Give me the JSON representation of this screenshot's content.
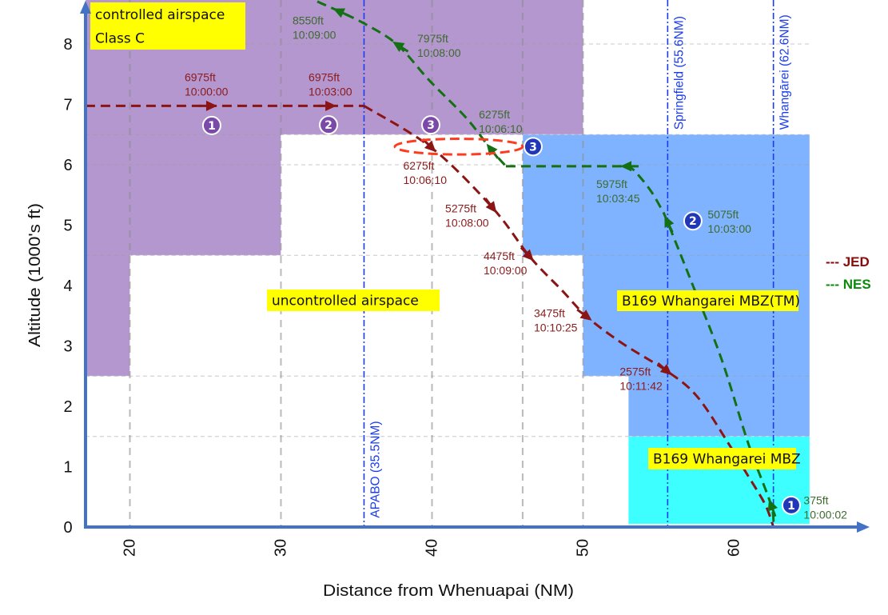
{
  "chart_data": {
    "type": "line",
    "title": "",
    "xlabel": "Distance from Whenuapai (NM)",
    "ylabel": "Altitude (1000's ft)",
    "xlim": [
      17.06,
      68.9
    ],
    "ylim": [
      0,
      8.73
    ],
    "xticks": [
      20,
      30,
      40,
      50,
      60
    ],
    "yticks": [
      0,
      1,
      2,
      3,
      4,
      5,
      6,
      7,
      8
    ],
    "axis_color": "#4472c4",
    "grid": {
      "x": [
        20,
        30,
        40,
        46,
        50
      ],
      "y": [
        1.5,
        2.5,
        4.5,
        6,
        6.5,
        8
      ],
      "y_lines_end_x": 65.0
    },
    "legend": {
      "position": "right",
      "entries": [
        {
          "series": "JED",
          "label": "--- JED",
          "color": "#8b0b0b"
        },
        {
          "series": "NES",
          "label": "--- NES",
          "color": "#0a8a0a"
        }
      ]
    },
    "airspaces": [
      {
        "id": "controlled-airspace-class-c",
        "label_lines": [
          "controlled airspace",
          "Class C"
        ],
        "fill": "#b497cf",
        "polygon": [
          [
            17.06,
            8.9
          ],
          [
            50,
            8.9
          ],
          [
            50,
            6.5
          ],
          [
            30,
            6.5
          ],
          [
            30,
            4.5
          ],
          [
            20,
            4.5
          ],
          [
            20,
            2.5
          ],
          [
            17.06,
            2.5
          ]
        ],
        "label_box": [
          113,
          3,
          194,
          59
        ]
      },
      {
        "id": "uncontrolled-airspace",
        "label_lines": [
          "uncontrolled airspace"
        ],
        "fill": null,
        "polygon": [],
        "label_box": [
          334,
          362,
          216,
          27
        ]
      },
      {
        "id": "b169-whangarei-mbz-tm",
        "label_lines": [
          "B169 Whangarei MBZ(TM)"
        ],
        "fill": "#80b3ff",
        "polygon": [
          [
            46,
            6.5
          ],
          [
            65,
            6.5
          ],
          [
            65,
            1.5
          ],
          [
            53,
            1.5
          ],
          [
            53,
            2.5
          ],
          [
            50,
            2.5
          ],
          [
            50,
            4.5
          ],
          [
            46,
            4.5
          ]
        ],
        "label_box": [
          772,
          363,
          227,
          26
        ]
      },
      {
        "id": "b169-whangarei-mbz",
        "label_lines": [
          "B169 Whangarei MBZ"
        ],
        "fill": "#3dffff",
        "polygon": [
          [
            53,
            1.5
          ],
          [
            65,
            1.5
          ],
          [
            65,
            0.05
          ],
          [
            53,
            0.05
          ]
        ],
        "label_box": [
          811,
          560,
          185,
          27
        ]
      }
    ],
    "reference_lines": [
      {
        "id": "apabo",
        "x": 35.5,
        "label": "APABO (35.5NM)",
        "label_alt": 0.15,
        "color": "#1a3cf0"
      },
      {
        "id": "springfield",
        "x": 55.6,
        "label": "Springfield (55.6NM)",
        "label_alt": 6.58,
        "color": "#1a3cf0"
      },
      {
        "id": "whangarei",
        "x": 62.6,
        "label": "Whangārei (62.6NM)",
        "label_alt": 6.58,
        "color": "#1a3cf0"
      }
    ],
    "series": [
      {
        "id": "jed",
        "name": "JED",
        "color": "#8b1414",
        "label_color": "#8b1a1a",
        "marker_color": "#7b4aa8",
        "heading": "right",
        "segments": [
          [
            [
              17.06,
              6.975
            ],
            [
              35.5,
              6.975
            ]
          ],
          [
            [
              35.5,
              6.975
            ],
            [
              40.0,
              6.275
            ],
            [
              44.05,
              5.275
            ],
            [
              46.48,
              4.475
            ],
            [
              48.6,
              3.92
            ],
            [
              50.29,
              3.475
            ],
            [
              52.67,
              3.03
            ],
            [
              55.6,
              2.575
            ],
            [
              57.59,
              2.15
            ],
            [
              59.71,
              1.35
            ],
            [
              60.77,
              0.91
            ],
            [
              62.04,
              0.38
            ],
            [
              62.6,
              0.0
            ]
          ]
        ],
        "waypoints": [
          {
            "x": 25.42,
            "alt": 6.975,
            "altitude": "6975ft",
            "time": "10:00:00",
            "label_offset": [
              -34,
              -31
            ]
          },
          {
            "x": 33.31,
            "alt": 6.975,
            "altitude": "6975ft",
            "time": "10:03:00",
            "label_offset": [
              -28,
              -31
            ]
          },
          {
            "x": 40.0,
            "alt": 6.275,
            "altitude": "6275ft",
            "time": "10:06:10",
            "label_offset": [
              -36,
              27
            ]
          },
          {
            "x": 44.05,
            "alt": 5.275,
            "altitude": "5275ft",
            "time": "10:08:00",
            "label_offset": [
              -60,
              5
            ]
          },
          {
            "x": 46.48,
            "alt": 4.475,
            "altitude": "4475ft",
            "time": "10:09:00",
            "label_offset": [
              -58,
              4
            ]
          },
          {
            "x": 50.29,
            "alt": 3.475,
            "altitude": "3475ft",
            "time": "10:10:25",
            "label_offset": [
              -67,
              0
            ]
          },
          {
            "x": 55.6,
            "alt": 2.575,
            "altitude": "2575ft",
            "time": "10:11:42",
            "label_offset": [
              -60,
              5
            ]
          }
        ],
        "markers": [
          {
            "n": "1",
            "x": 25.42,
            "alt": 6.65
          },
          {
            "n": "2",
            "x": 33.15,
            "alt": 6.66
          },
          {
            "n": "3",
            "x": 39.92,
            "alt": 6.66
          }
        ]
      },
      {
        "id": "nes",
        "name": "NES",
        "color": "#137013",
        "label_color": "#3d6b2d",
        "marker_color": "#2038b8",
        "heading": "left",
        "segments": [
          [
            [
              31.6,
              8.85
            ],
            [
              32.2,
              8.73
            ],
            [
              33.78,
              8.55
            ],
            [
              35.58,
              8.33
            ],
            [
              37.7,
              7.99
            ],
            [
              39.81,
              7.4
            ],
            [
              42.25,
              6.78
            ],
            [
              43.84,
              6.275
            ],
            [
              44.89,
              5.975
            ]
          ],
          [
            [
              44.89,
              5.975
            ],
            [
              52.83,
              5.975
            ]
          ],
          [
            [
              52.83,
              5.975
            ],
            [
              53.36,
              5.91
            ],
            [
              54.42,
              5.59
            ],
            [
              55.16,
              5.28
            ],
            [
              55.55,
              5.075
            ],
            [
              57.27,
              4.0
            ],
            [
              59.18,
              2.77
            ],
            [
              60.98,
              1.35
            ],
            [
              62.43,
              0.375
            ],
            [
              62.6,
              0.0
            ]
          ]
        ],
        "waypoints": [
          {
            "x": 62.43,
            "alt": 0.375,
            "altitude": "375ft",
            "time": "10:00:02",
            "label_offset": [
              41,
              0
            ]
          },
          {
            "x": 55.55,
            "alt": 5.075,
            "altitude": "5075ft",
            "time": "10:03:00",
            "label_offset": [
              51,
              -3
            ]
          },
          {
            "x": 52.83,
            "alt": 5.975,
            "altitude": "5975ft",
            "time": "10:03:45",
            "label_offset": [
              -37,
              27
            ]
          },
          {
            "x": 43.84,
            "alt": 6.275,
            "altitude": "6275ft",
            "time": "10:06:10",
            "label_offset": [
              -14,
              -37
            ]
          },
          {
            "x": 37.7,
            "alt": 7.99,
            "altitude": "7975ft",
            "time": "10:08:00",
            "label_offset": [
              25,
              -3
            ]
          },
          {
            "x": 33.78,
            "alt": 8.55,
            "altitude": "8550ft",
            "time": "10:09:00",
            "label_offset": [
              -57,
              17
            ]
          }
        ],
        "markers": [
          {
            "n": "3",
            "x": 46.69,
            "alt": 6.3
          },
          {
            "n": "2",
            "x": 57.27,
            "alt": 5.07
          },
          {
            "n": "1",
            "x": 63.78,
            "alt": 0.36
          }
        ]
      }
    ],
    "highlight": {
      "type": "ellipse",
      "cx": 41.77,
      "cy": 6.3,
      "rx": 4.23,
      "ry": 0.13,
      "color": "#ff3b1f"
    }
  }
}
